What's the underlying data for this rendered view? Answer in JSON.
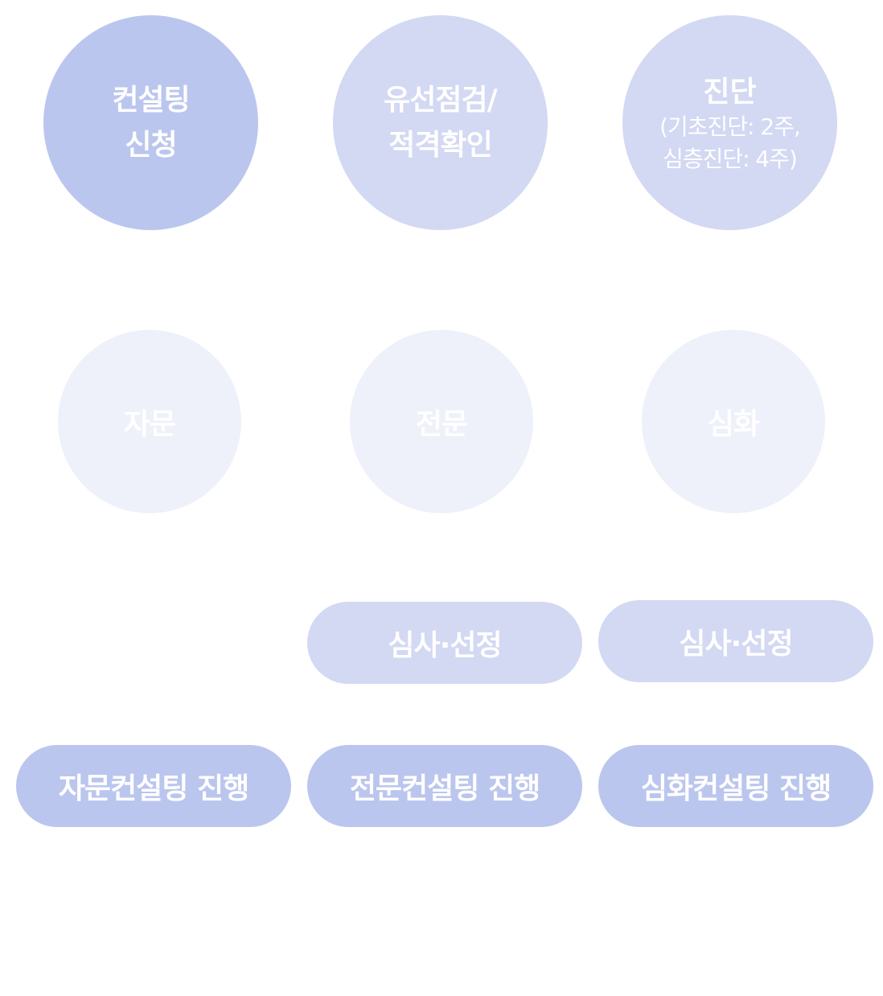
{
  "colors": {
    "strong": "#bbc6ee",
    "mid": "#d3d8f3",
    "light": "#eef1fa",
    "text": "#ffffff"
  },
  "top_row": [
    {
      "line1": "컨설팅",
      "line2": "신청"
    },
    {
      "line1": "유선점검/",
      "line2": "적격확인"
    },
    {
      "title": "진단",
      "line1": "(기초진단: 2주,",
      "line2": "심층진단: 4주)"
    }
  ],
  "middle_row": [
    {
      "label": "자문"
    },
    {
      "label": "전문"
    },
    {
      "label": "심화"
    }
  ],
  "review_row": [
    {
      "label": "심사·선정"
    },
    {
      "label": "심사·선정"
    }
  ],
  "progress_row": [
    {
      "label": "자문컨설팅 진행"
    },
    {
      "label": "전문컨설팅 진행"
    },
    {
      "label": "심화컨설팅 진행"
    }
  ]
}
